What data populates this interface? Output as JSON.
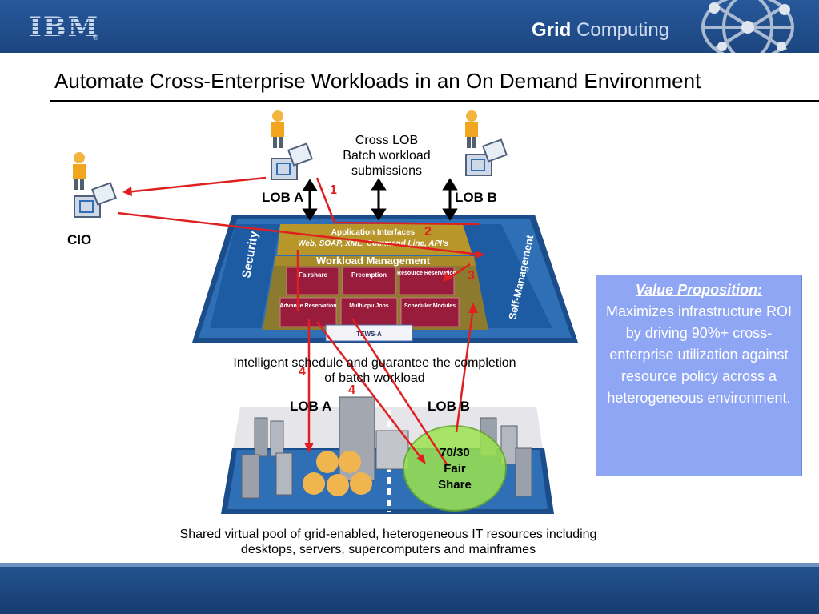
{
  "header": {
    "logo": "IBM",
    "logo_mark": "®",
    "product_bold": "Grid",
    "product_rest": " Computing"
  },
  "title": "Automate Cross-Enterprise Workloads in an On Demand Environment",
  "actors": {
    "cio": "CIO",
    "lob_a": "LOB A",
    "lob_b": "LOB B"
  },
  "cross_lob_note": "Cross LOB Batch workload submissions",
  "platform": {
    "security": "Security",
    "self_management": "Self-Management",
    "application_interfaces": "Application Interfaces",
    "interfaces_list": "Web, SOAP, XML, Command Line, API's",
    "workload_management": "Workload Management",
    "modules": [
      "Fairshare",
      "Preemption",
      "Resource Reservation",
      "Advance Reservation",
      "Multi-cpu Jobs",
      "Scheduler Modules"
    ],
    "tag": "TEWS-A"
  },
  "schedule_caption": "Intelligent schedule and guarantee the completion of batch workload",
  "pool": {
    "lob_a": "LOB A",
    "lob_b": "LOB B",
    "fair_share": "70/30 Fair Share"
  },
  "pool_caption": "Shared virtual pool of grid-enabled, heterogeneous IT resources including desktops, servers, supercomputers and mainframes",
  "steps": [
    "1",
    "2",
    "3",
    "4",
    "4"
  ],
  "value_proposition": {
    "heading": "Value Proposition",
    "heading_suffix": ":",
    "body": "Maximizes infrastructure ROI by driving 90%+ cross-enterprise utilization against resource policy across a heterogeneous environment."
  },
  "colors": {
    "header_blue": "#1f4b87",
    "platform_blue": "#2f6fb5",
    "workload_gold": "#b8962a",
    "module_red": "#9a1c3c",
    "arrow_red": "#e02020",
    "fair_share_green": "#9be34f",
    "value_box": "#8fa6f5"
  }
}
